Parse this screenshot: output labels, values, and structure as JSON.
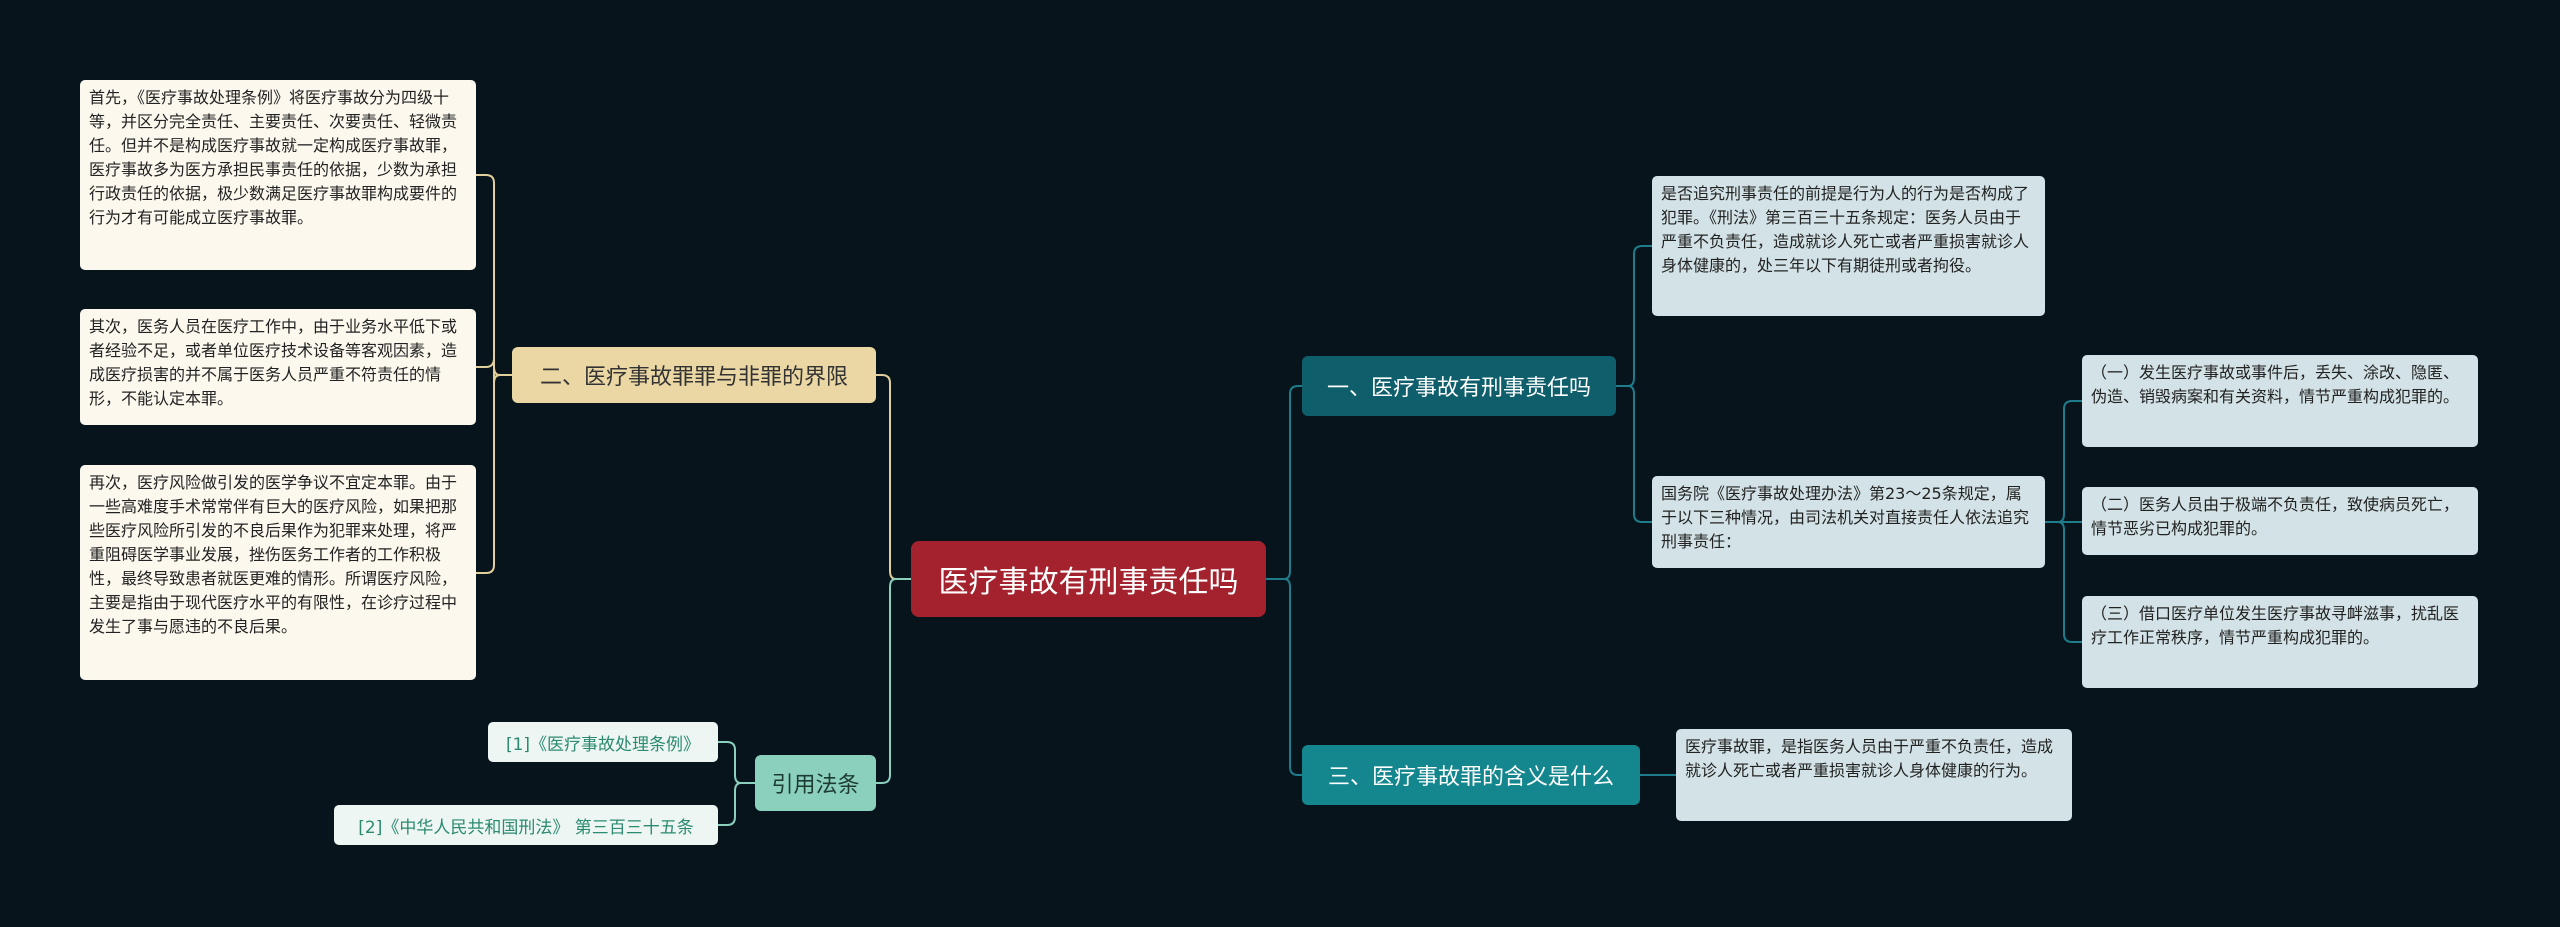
{
  "root": {
    "label": "医疗事故有刑事责任吗"
  },
  "right": {
    "b1": {
      "label": "一、医疗事故有刑事责任吗",
      "n1": "是否追究刑事责任的前提是行为人的行为是否构成了犯罪。《刑法》第三百三十五条规定：医务人员由于严重不负责任，造成就诊人死亡或者严重损害就诊人身体健康的，处三年以下有期徒刑或者拘役。",
      "n2": {
        "text": "国务院《医疗事故处理办法》第23～25条规定，属于以下三种情况，由司法机关对直接责任人依法追究刑事责任：",
        "items": [
          "（一）发生医疗事故或事件后，丢失、涂改、隐匿、伪造、销毁病案和有关资料，情节严重构成犯罪的。",
          "（二）医务人员由于极端不负责任，致使病员死亡，情节恶劣已构成犯罪的。",
          "（三）借口医疗单位发生医疗事故寻衅滋事，扰乱医疗工作正常秩序，情节严重构成犯罪的。"
        ]
      }
    },
    "b3": {
      "label": "三、医疗事故罪的含义是什么",
      "n1": "医疗事故罪，是指医务人员由于严重不负责任，造成就诊人死亡或者严重损害就诊人身体健康的行为。"
    }
  },
  "left": {
    "b2": {
      "label": "二、医疗事故罪罪与非罪的界限",
      "items": [
        "首先，《医疗事故处理条例》将医疗事故分为四级十等，并区分完全责任、主要责任、次要责任、轻微责任。但并不是构成医疗事故就一定构成医疗事故罪，医疗事故多为医方承担民事责任的依据，少数为承担行政责任的依据，极少数满足医疗事故罪构成要件的行为才有可能成立医疗事故罪。",
        "其次，医务人员在医疗工作中，由于业务水平低下或者经验不足，或者单位医疗技术设备等客观因素，造成医疗损害的并不属于医务人员严重不符责任的情形，不能认定本罪。",
        "再次，医疗风险做引发的医学争议不宜定本罪。由于一些高难度手术常常伴有巨大的医疗风险，如果把那些医疗风险所引发的不良后果作为犯罪来处理，将严重阻碍医学事业发展，挫伤医务工作者的工作积极性，最终导致患者就医更难的情形。所谓医疗风险，主要是指由于现代医疗水平的有限性，在诊疗过程中发生了事与愿违的不良后果。"
      ]
    },
    "refs": {
      "label": "引用法条",
      "items": [
        "[1]《医疗事故处理条例》",
        "[2]《中华人民共和国刑法》 第三百三十五条"
      ]
    }
  },
  "colors": {
    "root": "#a3222d",
    "branch_blue": "#0f5e6c",
    "branch_teal": "#13868e",
    "branch_beige": "#ead7a4",
    "branch_mint": "#8ad0bd",
    "line_blue": "#1f7c8b",
    "line_beige": "#e0cf9a",
    "line_mint": "#8ad0bd",
    "background": "#07141c"
  }
}
